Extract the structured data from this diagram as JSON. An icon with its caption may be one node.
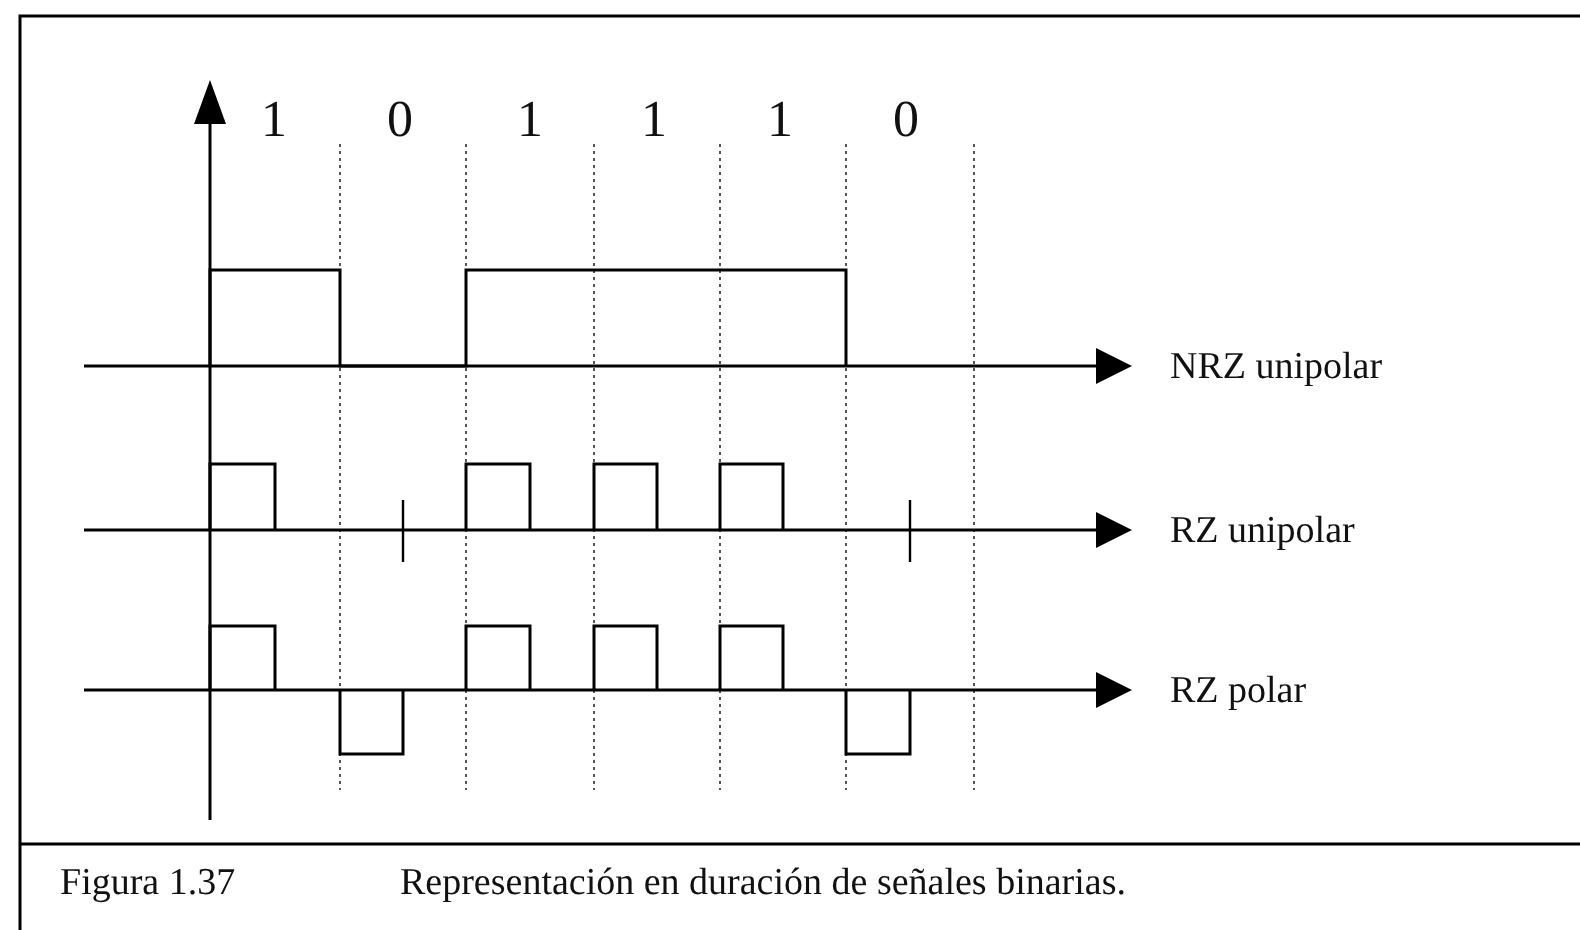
{
  "diagram": {
    "caption": "Representación en duración de señales binarias.",
    "labels": [
      "1",
      "0",
      "1",
      "1",
      "1",
      "0",
      "NRZ unipolar",
      "RZ unipolar",
      "RZ polar",
      "Figura 1.37"
    ]
  }
}
